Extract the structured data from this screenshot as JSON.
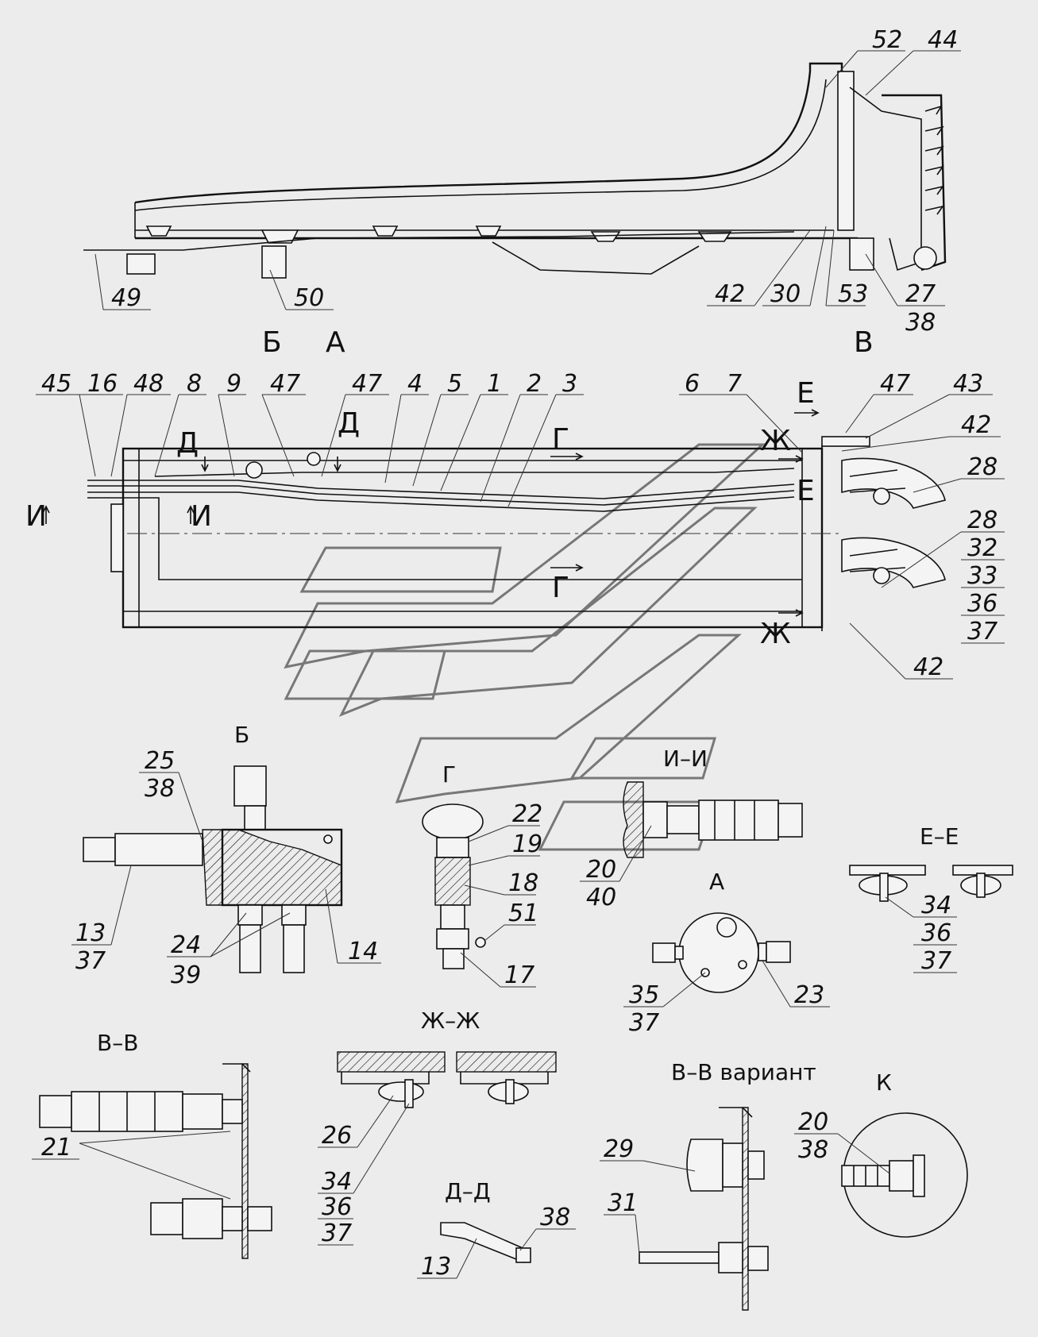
{
  "sections": {
    "B": "Б",
    "A": "А",
    "V": "В",
    "E": "Е",
    "G": "Г",
    "D": "Д",
    "I": "И",
    "Zh": "Ж",
    "view_B": "Б",
    "view_G": "Г",
    "view_II": "И–И",
    "view_EE": "Е–Е",
    "view_A": "А",
    "view_VV": "В–В",
    "view_ZhZh": "Ж–Ж",
    "view_VV_variant": "В–В вариант",
    "view_K": "К",
    "view_DD": "Д–Д"
  },
  "callouts": {
    "top_52": "52",
    "top_44": "44",
    "top_49": "49",
    "top_50": "50",
    "top_42": "42",
    "top_30": "30",
    "top_53": "53",
    "top_27": "27",
    "top_38": "38",
    "plan_45": "45",
    "plan_16": "16",
    "plan_48": "48",
    "plan_8": "8",
    "plan_9": "9",
    "plan_47a": "47",
    "plan_47b": "47",
    "plan_4": "4",
    "plan_5": "5",
    "plan_1": "1",
    "plan_2": "2",
    "plan_3": "3",
    "plan_6": "6",
    "plan_7": "7",
    "plan_47c": "47",
    "plan_43": "43",
    "plan_42a": "42",
    "plan_28a": "28",
    "plan_28b": "28",
    "plan_32": "32",
    "plan_33": "33",
    "plan_36": "36",
    "plan_37": "37",
    "plan_42b": "42",
    "b_25": "25",
    "b_38": "38",
    "b_13": "13",
    "b_37": "37",
    "b_24": "24",
    "b_39": "39",
    "b_14": "14",
    "g_22": "22",
    "g_19": "19",
    "g_18": "18",
    "g_51": "51",
    "g_17": "17",
    "ii_20": "20",
    "ii_40": "40",
    "ee_34": "34",
    "ee_36": "36",
    "ee_37": "37",
    "a_35": "35",
    "a_37": "37",
    "a_23": "23",
    "vv_21": "21",
    "zh_26": "26",
    "zh_34": "34",
    "zh_36": "36",
    "zh_37": "37",
    "dd_13": "13",
    "dd_38": "38",
    "vvv_29": "29",
    "vvv_31": "31",
    "k_20": "20",
    "k_38": "38"
  }
}
